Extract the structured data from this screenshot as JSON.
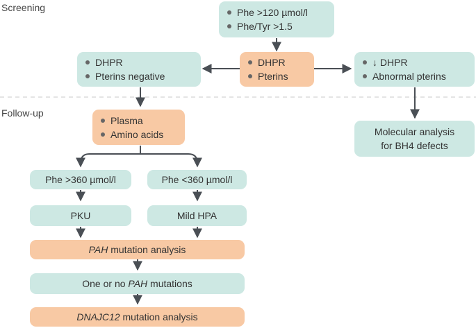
{
  "sections": {
    "screening": "Screening",
    "follow_up": "Follow-up"
  },
  "nodes": {
    "screen_top": {
      "lines": [
        "Phe >120 µmol/l",
        "Phe/Tyr >1.5"
      ]
    },
    "dhpr_pterins": {
      "lines": [
        "DHPR",
        "Pterins"
      ]
    },
    "dhpr_negative": {
      "lines": [
        "DHPR",
        "Pterins negative"
      ]
    },
    "dhpr_abnormal": {
      "lines": [
        "↓ DHPR",
        "Abnormal pterins"
      ]
    },
    "molecular": {
      "line1": "Molecular analysis",
      "line2": "for BH4 defects"
    },
    "plasma": {
      "lines": [
        "Plasma",
        "Amino acids"
      ]
    },
    "phe_high": {
      "text": "Phe >360 µmol/l"
    },
    "phe_low": {
      "text": "Phe <360 µmol/l"
    },
    "pku": {
      "text": "PKU"
    },
    "mild_hpa": {
      "text": "Mild HPA"
    },
    "pah_analysis": {
      "gene": "PAH",
      "rest": " mutation analysis"
    },
    "one_or_no": {
      "pre": "One or no ",
      "gene": "PAH",
      "post": " mutations"
    },
    "dnajc12": {
      "gene": "DNAJC12",
      "rest": " mutation analysis"
    }
  },
  "colors": {
    "teal": "#cde8e3",
    "orange": "#f8c9a4",
    "arrow": "#4a4f55",
    "divider": "#c8c8c8"
  }
}
